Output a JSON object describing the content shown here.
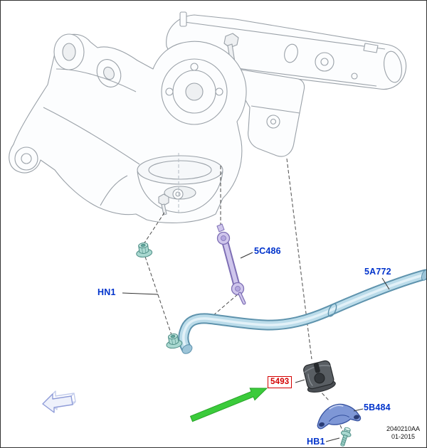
{
  "callouts": {
    "nut": {
      "label": "HN1"
    },
    "link": {
      "label": "5C486"
    },
    "bar": {
      "label": "5A772"
    },
    "bushing": {
      "label": "5493",
      "highlighted": true
    },
    "bracket": {
      "label": "5B484"
    },
    "bolt": {
      "label": "HB1"
    }
  },
  "footer": {
    "doc_id": "2040210AA",
    "date": "01-2015"
  },
  "colors": {
    "callout_text": "#0033CC",
    "highlight_box": "#D40000",
    "pointer_arrow_green": "#3BCB3B",
    "stabilizer_bar_blue": "#BBDCEA",
    "stabilizer_link_purple": "#CFC6EC",
    "hardware_teal": "#A9D8D0",
    "bracket_blue": "#7E97D6",
    "line_art_gray": "#9AA1A8"
  },
  "icons": {
    "pointer_arrow": "green-solid-arrow-pointing-at-5493",
    "direction_indicator": "outlined-arrow-pointing-left"
  }
}
